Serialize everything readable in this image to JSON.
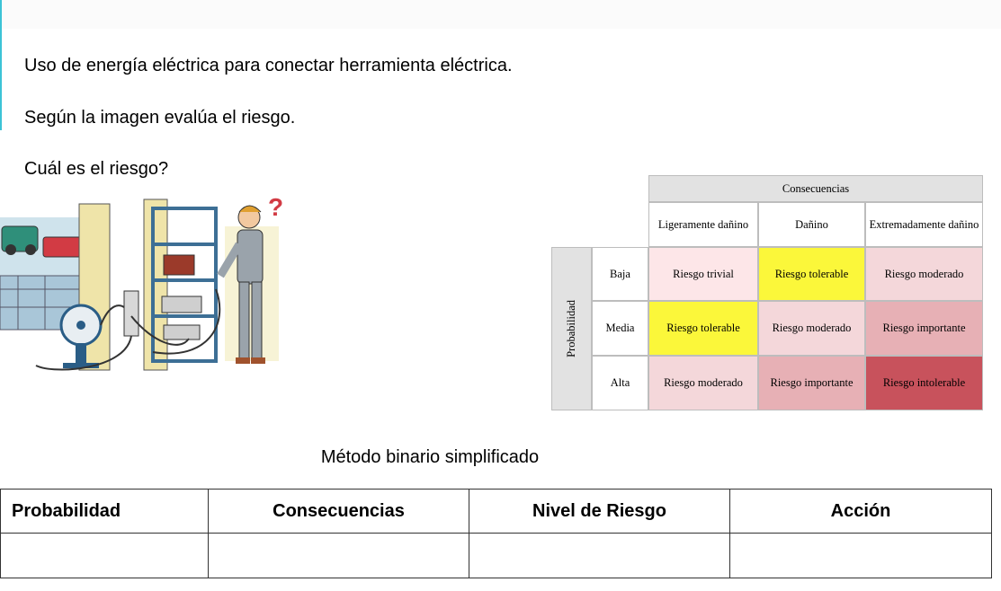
{
  "questions": {
    "line1": "Uso de energía eléctrica para conectar herramienta eléctrica.",
    "line2": "Según la imagen evalúa el riesgo.",
    "line3": "Cuál es el riesgo?"
  },
  "illustration": {
    "question_mark": "?"
  },
  "matrix": {
    "consequences_label": "Consecuencias",
    "probability_label": "Probabilidad",
    "columns": [
      "Ligeramente dañino",
      "Dañino",
      "Extremadamente dañino"
    ],
    "rows": [
      {
        "label": "Baja",
        "cells": [
          "Riesgo trivial",
          "Riesgo tolerable",
          "Riesgo moderado"
        ]
      },
      {
        "label": "Media",
        "cells": [
          "Riesgo tolerable",
          "Riesgo moderado",
          "Riesgo importante"
        ]
      },
      {
        "label": "Alta",
        "cells": [
          "Riesgo moderado",
          "Riesgo importante",
          "Riesgo intolerable"
        ]
      }
    ],
    "colors": {
      "trivial": "#fde6e8",
      "tolerable": "#fbf73a",
      "moderado": "#f4d7da",
      "importante": "#e7b0b5",
      "intolerable": "#c8525c"
    }
  },
  "method_title": "Método binario simplificado",
  "answer_table": {
    "headers": [
      "Probabilidad",
      "Consecuencias",
      "Nivel de Riesgo",
      "Acción"
    ],
    "row": [
      "",
      "",
      "",
      ""
    ]
  }
}
